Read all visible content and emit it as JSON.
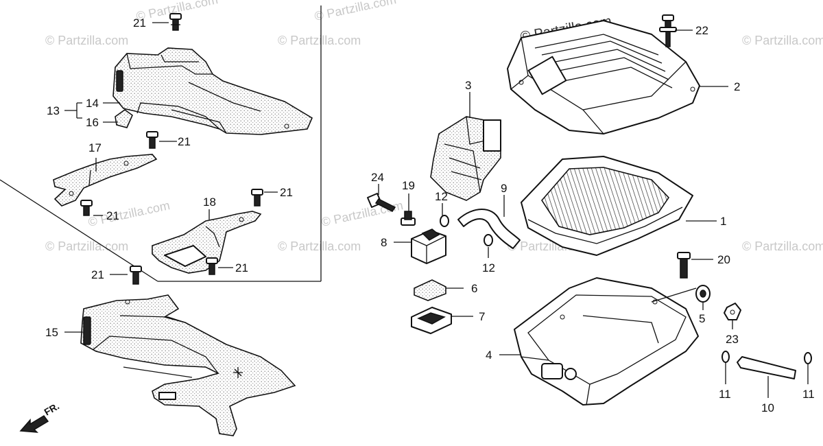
{
  "watermark": "© Partzilla.com",
  "direction": {
    "label": "FR."
  },
  "callouts": [
    "1",
    "2",
    "3",
    "4",
    "5",
    "6",
    "7",
    "8",
    "9",
    "10",
    "11",
    "11",
    "12",
    "12",
    "13",
    "14",
    "15",
    "16",
    "17",
    "18",
    "19",
    "20",
    "21",
    "21",
    "21",
    "21",
    "21",
    "21",
    "22",
    "23",
    "24"
  ]
}
